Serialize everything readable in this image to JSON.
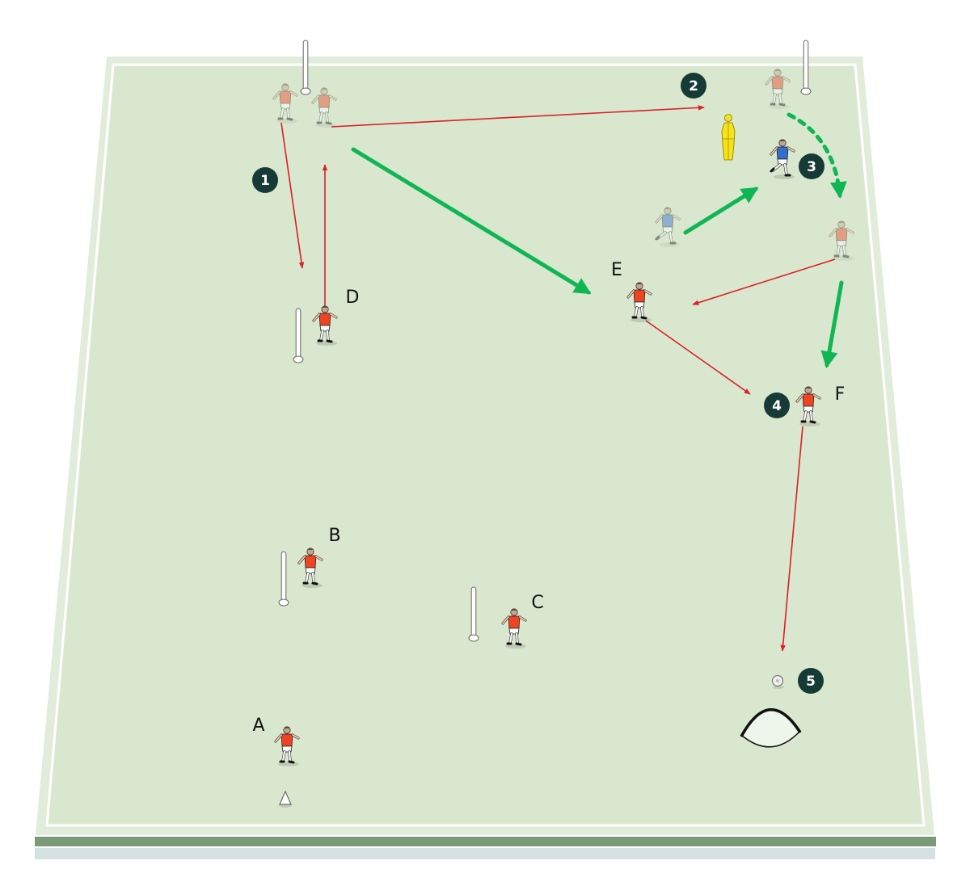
{
  "diagram": {
    "type": "football-training-drill",
    "colors": {
      "pitch_fill": "#d8e7ce",
      "pitch_border": "#e1ecdb",
      "pitch_line": "#ffffff",
      "base_dark": "#7d9a78",
      "base_light": "#d3e1e0",
      "pass_arrow": "#dd1e26",
      "run_arrow": "#10b554",
      "step_badge": "#163a36",
      "player_kit": "#ee4422",
      "opponent_kit": "#2f6fcd",
      "mannequin": "#f7e21a"
    },
    "player_labels": {
      "a": "A",
      "b": "B",
      "c": "C",
      "d": "D",
      "e": "E",
      "f": "F"
    },
    "steps": {
      "s1": "1",
      "s2": "2",
      "s3": "3",
      "s4": "4",
      "s5": "5"
    },
    "equipment": [
      "poles",
      "mannequin",
      "cone",
      "ball",
      "mini-goal"
    ]
  }
}
